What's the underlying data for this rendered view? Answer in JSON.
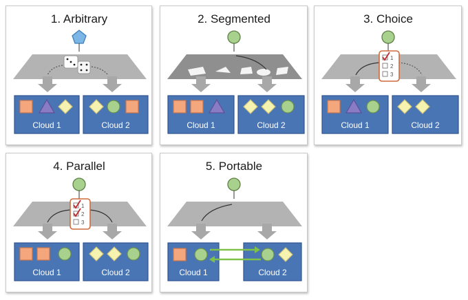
{
  "panels": [
    {
      "title": "1. Arbitrary",
      "cloud_a": "Cloud 1",
      "cloud_b": "Cloud 2"
    },
    {
      "title": "2. Segmented",
      "cloud_a": "Cloud 1",
      "cloud_b": "Cloud 2"
    },
    {
      "title": "3. Choice",
      "cloud_a": "Cloud 1",
      "cloud_b": "Cloud 2",
      "options": [
        "1",
        "2",
        "3"
      ]
    },
    {
      "title": "4. Parallel",
      "cloud_a": "Cloud 1",
      "cloud_b": "Cloud 2",
      "options": [
        "1",
        "2",
        "3"
      ]
    },
    {
      "title": "5. Portable",
      "cloud_a": "Cloud 1",
      "cloud_b": "Cloud 2"
    }
  ],
  "colors": {
    "cloud": "#4a75b5",
    "square": "#f4a77c",
    "triangle": "#8a7cc4",
    "diamond": "#f6f2b0",
    "circle": "#a9d18e",
    "pentagon": "#7cb6e6",
    "check": "#c0282d",
    "portable_arrow": "#7fc24a"
  }
}
